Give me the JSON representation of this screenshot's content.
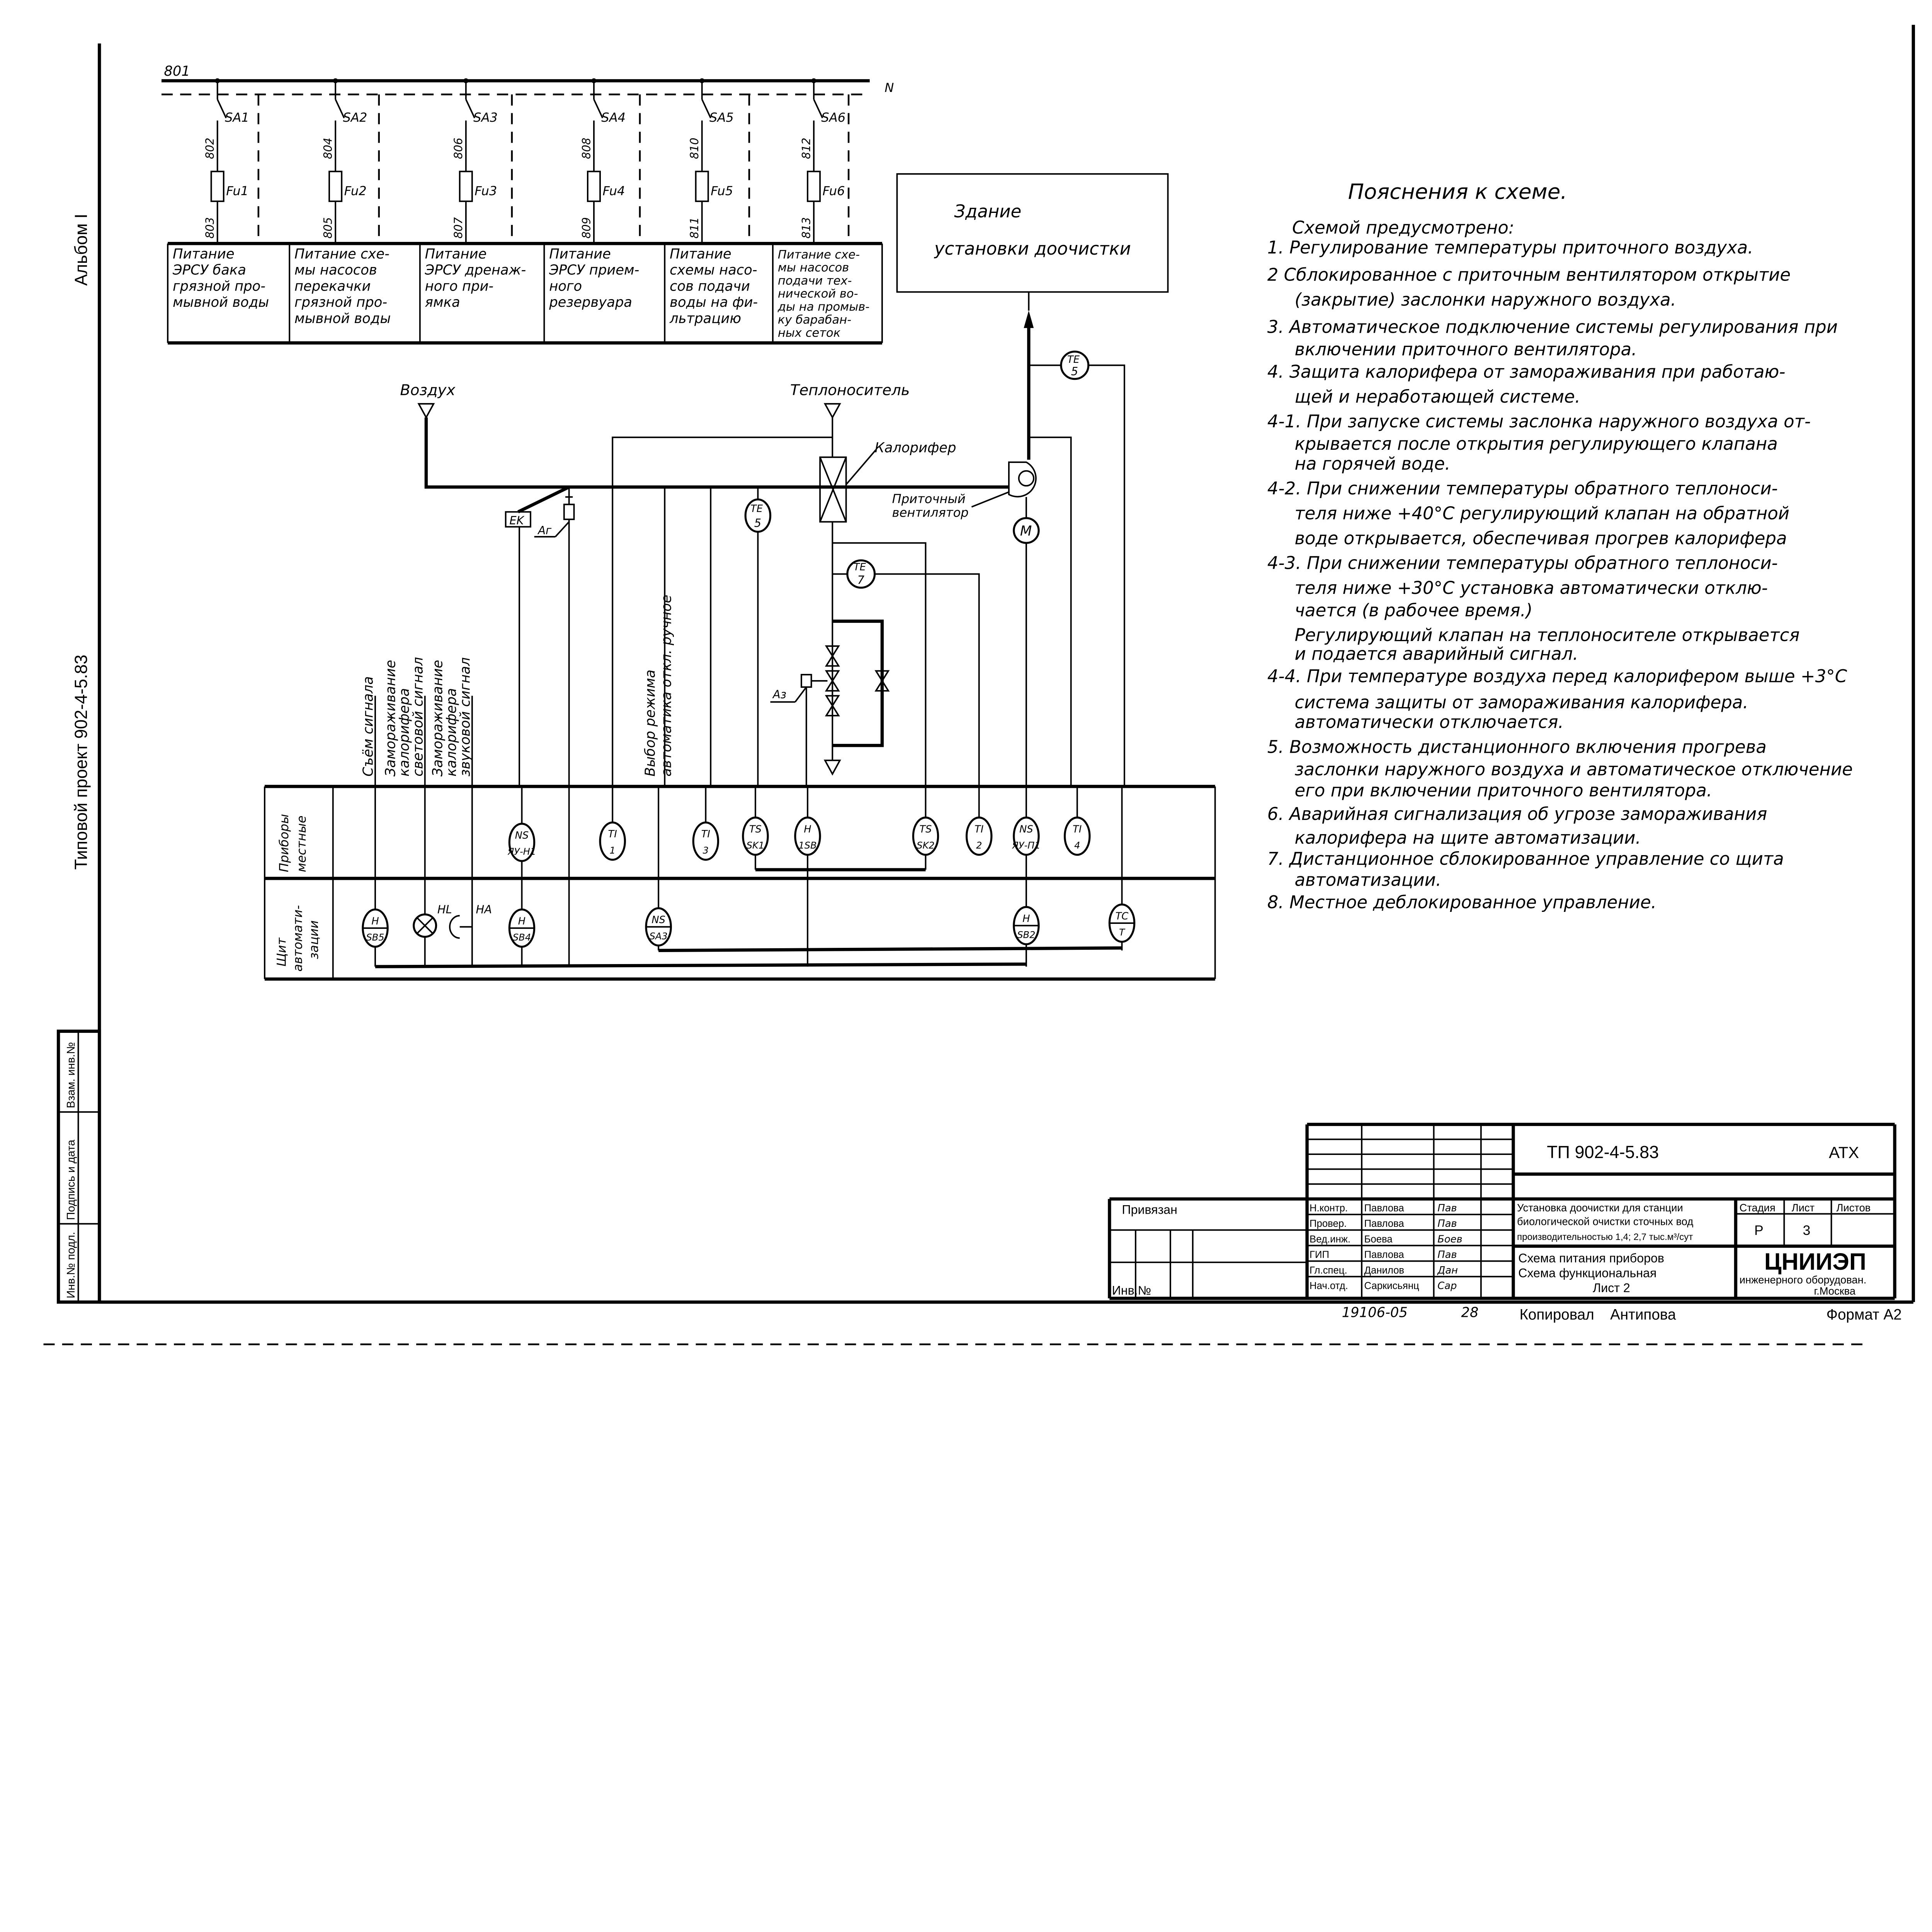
{
  "margin": {
    "album": "Альбом I",
    "project": "Типовой проект 902-4-5.83",
    "stamp_cells": [
      "Инв.№ подл.",
      "Подпись и дата",
      "Взам. инв.№"
    ]
  },
  "power": {
    "bus_label": "801",
    "neutral_label": "N",
    "branches": [
      {
        "switch": "SA1",
        "wire_in": "802",
        "fuse": "Fu1",
        "wire_out": "803",
        "lines": [
          "Питание",
          "ЭРСУ бака",
          "грязной про-",
          "мывной воды"
        ]
      },
      {
        "switch": "SA2",
        "wire_in": "804",
        "fuse": "Fu2",
        "wire_out": "805",
        "lines": [
          "Питание схе-",
          "мы насосов",
          "перекачки",
          "грязной про-",
          "мывной воды"
        ]
      },
      {
        "switch": "SA3",
        "wire_in": "806",
        "fuse": "Fu3",
        "wire_out": "807",
        "lines": [
          "Питание",
          "ЭРСУ дренаж-",
          "ного при-",
          "ямка"
        ]
      },
      {
        "switch": "SA4",
        "wire_in": "808",
        "fuse": "Fu4",
        "wire_out": "809",
        "lines": [
          "Питание",
          "ЭРСУ прием-",
          "ного",
          "резервуара"
        ]
      },
      {
        "switch": "SA5",
        "wire_in": "810",
        "fuse": "Fu5",
        "wire_out": "811",
        "lines": [
          "Питание",
          "схемы насо-",
          "сов подачи",
          "воды на фи-",
          "льтрацию"
        ]
      },
      {
        "switch": "SA6",
        "wire_in": "812",
        "fuse": "Fu6",
        "wire_out": "813",
        "lines": [
          "Питание схе-",
          "мы насосов",
          "подачи тех-",
          "нической во-",
          "ды на промыв-",
          "ку барабан-",
          "ных сеток"
        ]
      }
    ]
  },
  "building": {
    "line1": "Здание",
    "line2": "установки доочистки"
  },
  "process": {
    "air": "Воздух",
    "heat_carrier": "Теплоноситель",
    "heater": "Калорифер",
    "fan_line1": "Приточный",
    "fan_line2": "вентилятор",
    "motor": "M",
    "ek": "EK",
    "a2": "Aг",
    "a3": "Aз",
    "te5_top": [
      "TE",
      "5"
    ],
    "te5_mid": [
      "TE",
      "5"
    ],
    "te7": [
      "TE",
      "7"
    ],
    "signals": {
      "s1": "Съём сигнала",
      "s2a": "Замораживание",
      "s2b": "калорифера",
      "s2c": "световой сигнал",
      "s3a": "Замораживание",
      "s3b": "калорифера",
      "s3c": "звуковой сигнал",
      "s4a": "Выбор режима",
      "s4b": "автоматика откл. ручное"
    }
  },
  "panel": {
    "row_local": "Приборы местные",
    "row_local_l1": "Приборы",
    "row_local_l2": "местные",
    "row_board_l1": "Щит",
    "row_board_l2": "автомати-",
    "row_board_l3": "зации",
    "local": [
      {
        "top": "NS",
        "bot": "ЯУ-Н1"
      },
      {
        "top": "TI",
        "bot": "1"
      },
      {
        "top": "TI",
        "bot": "3"
      },
      {
        "top": "TS",
        "bot": "SK1"
      },
      {
        "top": "H",
        "bot": "1SB"
      },
      {
        "top": "TS",
        "bot": "SK2"
      },
      {
        "top": "TI",
        "bot": "2"
      },
      {
        "top": "NS",
        "bot": "ЯУ-П1"
      },
      {
        "top": "TI",
        "bot": "4"
      }
    ],
    "board": [
      {
        "top": "H",
        "bot": "SB5"
      },
      {
        "top": "NS",
        "bot": "SA3"
      },
      {
        "top": "H",
        "bot": "SB4"
      },
      {
        "top": "H",
        "bot": "SB2"
      },
      {
        "top": "TC",
        "bot": "T"
      }
    ],
    "hl": "HL",
    "ha": "HA"
  },
  "notes": {
    "title": "Пояснения к схеме.",
    "intro": "Схемой предусмотрено:",
    "lines": [
      "1. Регулирование температуры приточного воздуха.",
      "2 Сблокированное с приточным вентилятором открытие",
      "(закрытие) заслонки наружного воздуха.",
      "3. Автоматическое подключение системы регулирования при",
      "включении приточного вентилятора.",
      "4. Защита калорифера от замораживания при работаю-",
      "щей и неработающей системе.",
      "4-1. При запуске системы заслонка наружного воздуха от-",
      "крывается после открытия регулирующего клапана",
      "на горячей воде.",
      "4-2. При снижении температуры обратного теплоноси-",
      "теля ниже +40°С регулирующий клапан на обратной",
      "воде открывается, обеспечивая прогрев калорифера",
      "4-3. При снижении температуры обратного теплоноси-",
      "теля ниже +30°С установка автоматически отклю-",
      "чается (в рабочее время.)",
      "Регулирующий клапан на теплоносителе открывается",
      "и подается аварийный сигнал.",
      "4-4. При температуре воздуха перед калорифером выше +3°С",
      "система защиты от замораживания калорифера.",
      "автоматически отключается.",
      "5. Возможность дистанционного включения прогрева",
      "заслонки наружного воздуха и автоматическое отключение",
      "его при включении приточного вентилятора.",
      "6. Аварийная сигнализация об угрозе замораживания",
      "калорифера на щите автоматизации.",
      "7. Дистанционное сблокированное управление со щита",
      "автоматизации.",
      "8. Местное деблокированное управление."
    ]
  },
  "titleblock": {
    "code": "ТП 902-4-5.83",
    "section": "АТХ",
    "attached": "Привязан",
    "inv": "Инв.№",
    "roles": [
      "Н.контр.",
      "Провер.",
      "Вед.инж.",
      "ГИП",
      "Гл.спец.",
      "Нач.отд."
    ],
    "names": [
      "Павлова",
      "Павлова",
      "Боева",
      "Павлова",
      "Данилов",
      "Саркисьянц"
    ],
    "signatures": [
      "Пав",
      "Пав",
      "Боев",
      "Пав",
      "Дан",
      "Сар"
    ],
    "desc": [
      "Установка доочистки для станции",
      "биологической очистки сточных вод",
      "производительностью 1,4; 2,7 тыс.м³/сут"
    ],
    "stage_h": "Стадия",
    "sheet_h": "Лист",
    "sheets_h": "Листов",
    "stage": "Р",
    "sheet": "3",
    "drawing": [
      "Схема питания приборов",
      "Схема функциональная",
      "Лист 2"
    ],
    "org": "ЦНИИЭП",
    "org2": "инженерного оборудован.",
    "city": "г.Москва",
    "number": "19106-05",
    "page": "28",
    "copied": "Копировал",
    "copier": "Антипова",
    "format": "Формат А2"
  }
}
